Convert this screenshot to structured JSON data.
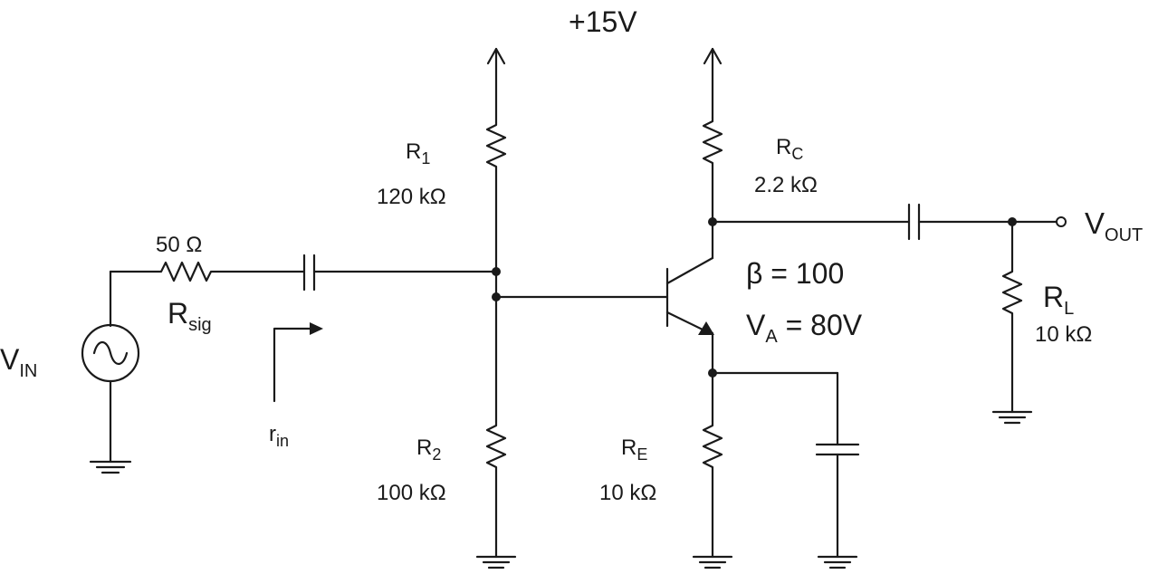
{
  "supply": {
    "label": "+15V"
  },
  "source": {
    "name": "V",
    "sub": "IN"
  },
  "rsig": {
    "value": "50 Ω",
    "name": "R",
    "sub": "sig"
  },
  "rin": {
    "name": "r",
    "sub": "in"
  },
  "r1": {
    "name": "R",
    "sub": "1",
    "value": "120 kΩ"
  },
  "r2": {
    "name": "R",
    "sub": "2",
    "value": "100 kΩ"
  },
  "rc": {
    "name": "R",
    "sub": "C",
    "value": "2.2 kΩ"
  },
  "re": {
    "name": "R",
    "sub": "E",
    "value": "10 kΩ"
  },
  "rl": {
    "name": "R",
    "sub": "L",
    "value": "10 kΩ"
  },
  "transistor": {
    "beta": "β = 100",
    "va_name": "V",
    "va_sub": "A",
    "va_value": " = 80V"
  },
  "output": {
    "name": "V",
    "sub": "OUT"
  }
}
